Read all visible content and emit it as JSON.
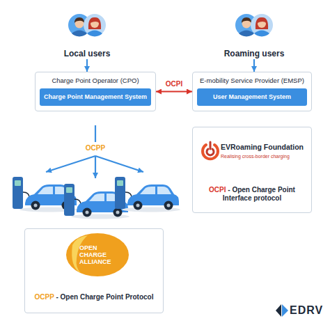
{
  "diagram": {
    "nodes": [
      {
        "text": [
          "Local users"
        ]
      },
      {
        "text": [
          "Roaming users"
        ]
      },
      {
        "text": [
          "Charge Point Operator (CPO)"
        ]
      },
      {
        "text": [
          "Charge Point Management System"
        ],
        "in": 2
      },
      {
        "text": [
          "E-mobility Service Provider (EMSP)"
        ]
      },
      {
        "text": [
          "User Management System"
        ],
        "in": 4
      },
      {
        "text": [
          "EVRoaming Foundation",
          "Realising cross-border charging",
          "OCPI - Open Charge Point Interface protocol"
        ]
      },
      {
        "text": [
          "OPEN CHARGE ALLIANCE",
          "OCPP - Open Charge Point Protocol"
        ]
      }
    ],
    "edges": [
      {
        "from": 0,
        "to": 2,
        "arrow": "to"
      },
      {
        "from": 1,
        "to": 4,
        "arrow": "to"
      },
      {
        "from": 2,
        "to": 4,
        "arrow": "both",
        "label": "OCPI"
      }
    ],
    "labels": [
      "OCPP",
      "EDRV"
    ]
  }
}
